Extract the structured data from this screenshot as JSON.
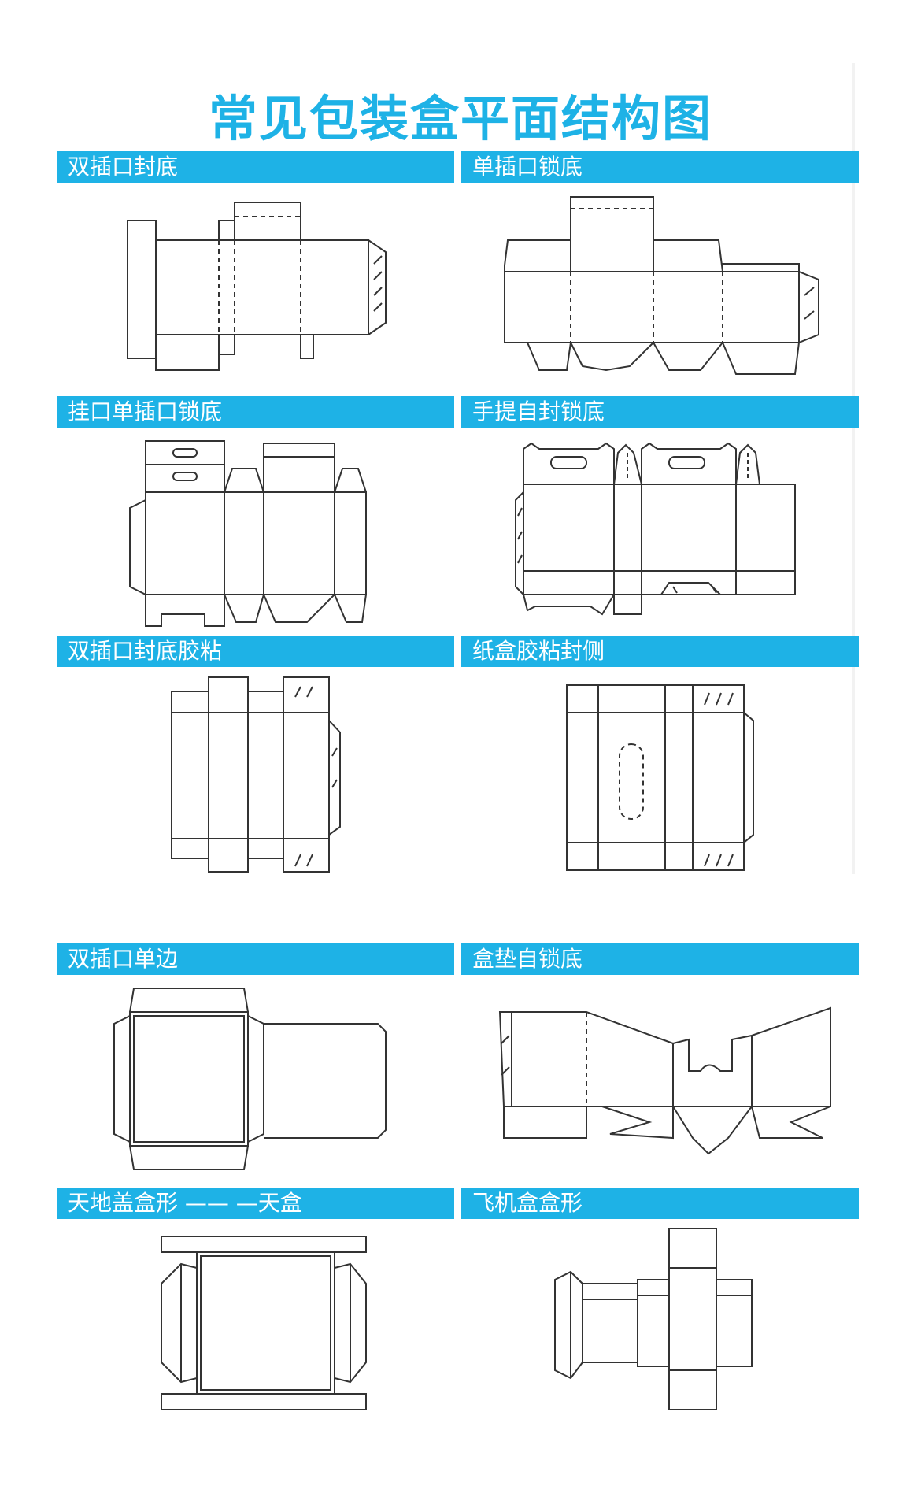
{
  "title": "常见包装盒平面结构图",
  "sections": [
    {
      "label": "双插口封底"
    },
    {
      "label": "单插口锁底"
    },
    {
      "label": "挂口单插口锁底"
    },
    {
      "label": "手提自封锁底"
    },
    {
      "label": "双插口封底胶粘"
    },
    {
      "label": "纸盒胶粘封侧"
    },
    {
      "label": "双插口单边"
    },
    {
      "label": "盒垫自锁底"
    },
    {
      "label": "天地盖盒形 —— —天盒"
    },
    {
      "label": "飞机盒盒形"
    }
  ],
  "colors": {
    "accent": "#1EB2E6",
    "line": "#333333"
  }
}
